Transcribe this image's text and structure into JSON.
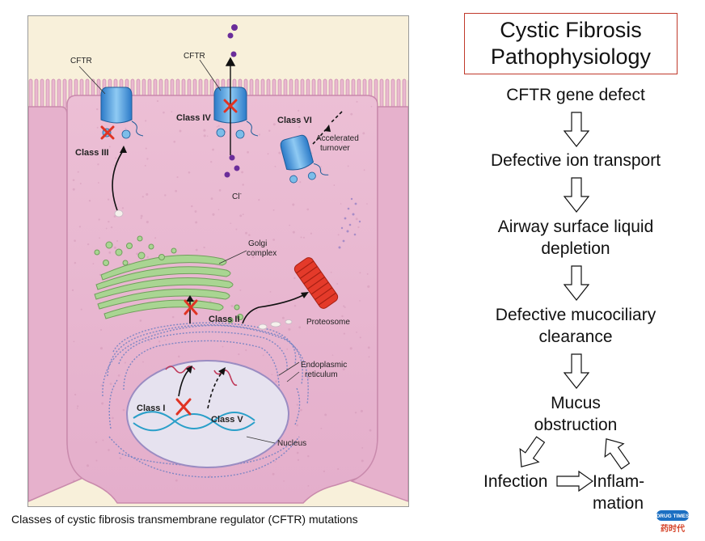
{
  "diagram": {
    "labels": {
      "cftr_1": "CFTR",
      "cftr_2": "CFTR",
      "class_iii": "Class III",
      "class_iv": "Class IV",
      "class_vi": "Class VI",
      "accelerated": "Accelerated",
      "turnover": "turnover",
      "chloride": "Cl",
      "chloride_sup": "-",
      "golgi_1": "Golgi",
      "golgi_2": "complex",
      "class_ii": "Class II",
      "proteosome": "Proteosome",
      "er_1": "Endoplasmic",
      "er_2": "reticulum",
      "class_i": "Class I",
      "class_v": "Class V",
      "nucleus": "Nucleus"
    },
    "colors": {
      "cell": "#e8b6cf",
      "cell_dark": "#d99ab9",
      "lumen": "#f8f0da",
      "protein": "#3b8fd6",
      "golgi": "#a8d48f",
      "proteosome": "#e43a2a",
      "mutation_x": "#e03323",
      "ion": "#6a2d9a"
    }
  },
  "caption": "Classes of cystic fibrosis transmembrane regulator (CFTR) mutations",
  "title": {
    "line1": "Cystic Fibrosis",
    "line2": "Pathophysiology"
  },
  "flow": {
    "step1": "CFTR gene defect",
    "step2": "Defective ion transport",
    "step3_l1": "Airway surface liquid",
    "step3_l2": "depletion",
    "step4_l1": "Defective mucociliary",
    "step4_l2": "clearance",
    "step5_l1": "Mucus",
    "step5_l2": "obstruction",
    "infection": "Infection",
    "inflam_l1": "Inflam-",
    "inflam_l2": "mation"
  },
  "logo": {
    "top": "DRUG TIMES",
    "bottom": "药时代"
  }
}
